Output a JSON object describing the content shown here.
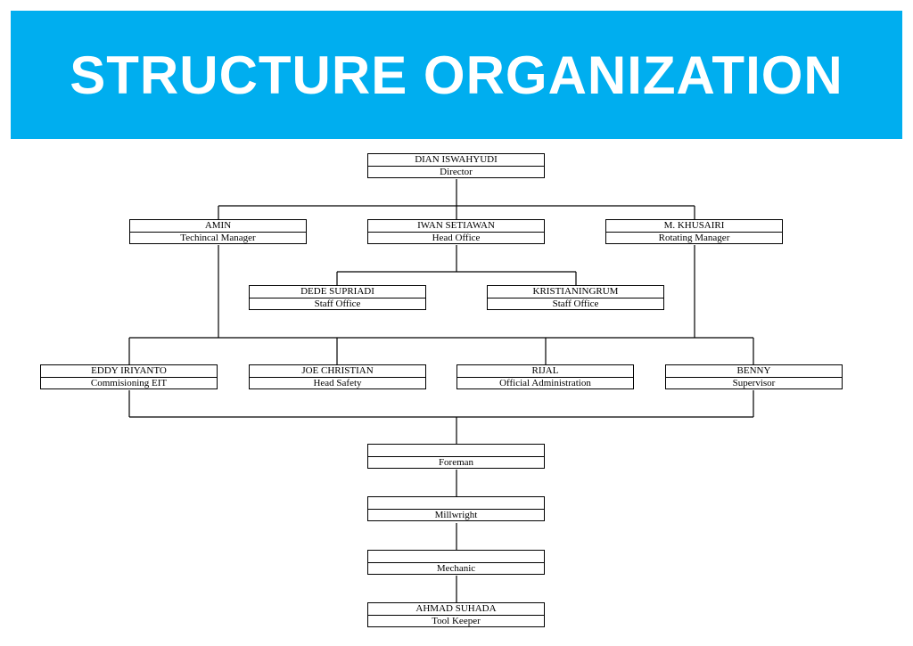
{
  "banner": {
    "title": "STRUCTURE ORGANIZATION",
    "color": "#00aeef"
  },
  "nodes": {
    "director": {
      "name": "DIAN ISWAHYUDI",
      "role": "Director"
    },
    "amin": {
      "name": "AMIN",
      "role": "Techincal Manager"
    },
    "iwan": {
      "name": "IWAN SETIAWAN",
      "role": "Head Office"
    },
    "khusairi": {
      "name": "M. KHUSAIRI",
      "role": "Rotating Manager"
    },
    "dede": {
      "name": "DEDE SUPRIADI",
      "role": "Staff Office"
    },
    "kristianingrum": {
      "name": "KRISTIANINGRUM",
      "role": "Staff Office"
    },
    "eddy": {
      "name": "EDDY IRIYANTO",
      "role": "Commisioning EIT"
    },
    "joe": {
      "name": "JOE CHRISTIAN",
      "role": "Head Safety"
    },
    "rijal": {
      "name": "RIJAL",
      "role": "Official Administration"
    },
    "benny": {
      "name": "BENNY",
      "role": "Supervisor"
    },
    "foreman": {
      "name": "",
      "role": "Foreman"
    },
    "millwright": {
      "name": "",
      "role": "Millwright"
    },
    "mechanic": {
      "name": "",
      "role": "Mechanic"
    },
    "toolkeeper": {
      "name": "AHMAD SUHADA",
      "role": "Tool Keeper"
    }
  }
}
